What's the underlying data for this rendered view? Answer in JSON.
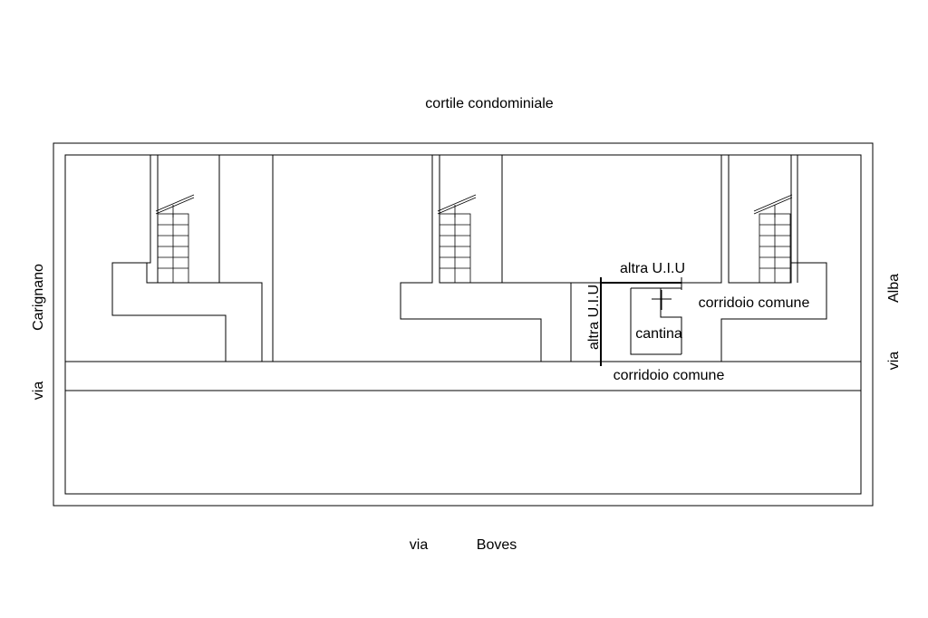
{
  "labels": {
    "courtyard": "cortile condominiale",
    "street_left_prefix": "via",
    "street_left_name": "Carignano",
    "street_right_prefix": "via",
    "street_right_name": "Alba",
    "street_bottom_prefix": "via",
    "street_bottom_name": "Boves",
    "other_unit_top": "altra U.I.U",
    "other_unit_side": "altra U.I.U",
    "common_corridor_right": "corridoio comune",
    "common_corridor_bottom": "corridoio comune",
    "cellar": "cantina"
  }
}
